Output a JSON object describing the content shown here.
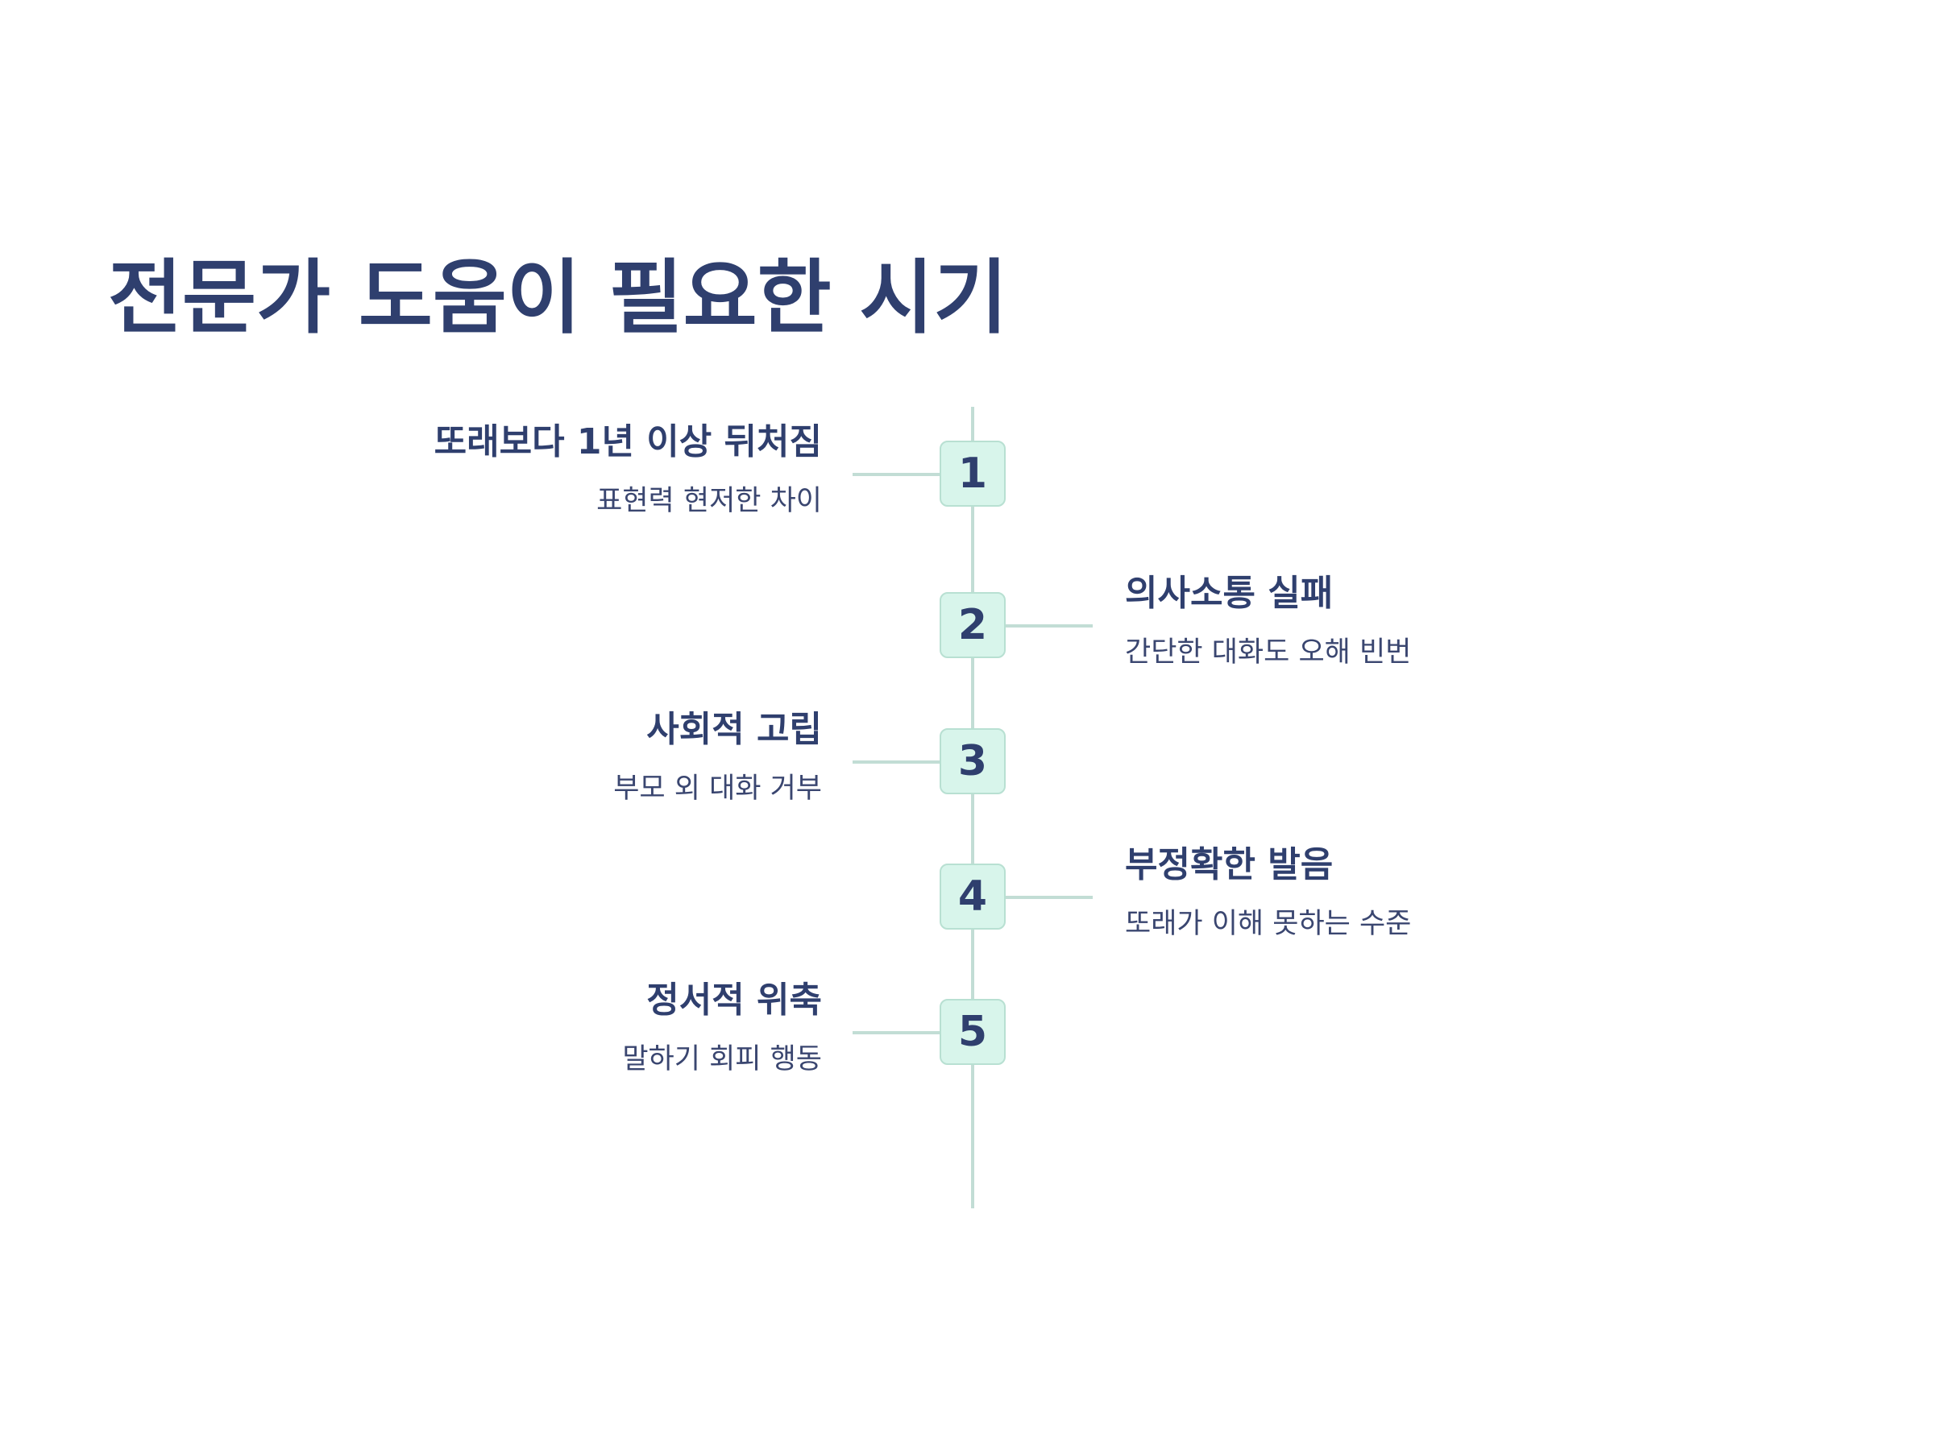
{
  "title": "전문가 도움이 필요한 시기",
  "steps": [
    {
      "number": "1",
      "side": "left",
      "heading": "또래보다 1년 이상 뒤처짐",
      "description": "표현력 현저한 차이"
    },
    {
      "number": "2",
      "side": "right",
      "heading": "의사소통 실패",
      "description": "간단한 대화도 오해 빈번"
    },
    {
      "number": "3",
      "side": "left",
      "heading": "사회적 고립",
      "description": "부모 외 대화 거부"
    },
    {
      "number": "4",
      "side": "right",
      "heading": "부정확한 발음",
      "description": "또래가 이해 못하는 수준"
    },
    {
      "number": "5",
      "side": "left",
      "heading": "정서적 위축",
      "description": "말하기 회피 행동"
    }
  ],
  "colors": {
    "text": "#2f3f6e",
    "badge_fill": "#d8f5eb",
    "badge_border": "#b8e0d2",
    "line": "#c2ddd5"
  }
}
